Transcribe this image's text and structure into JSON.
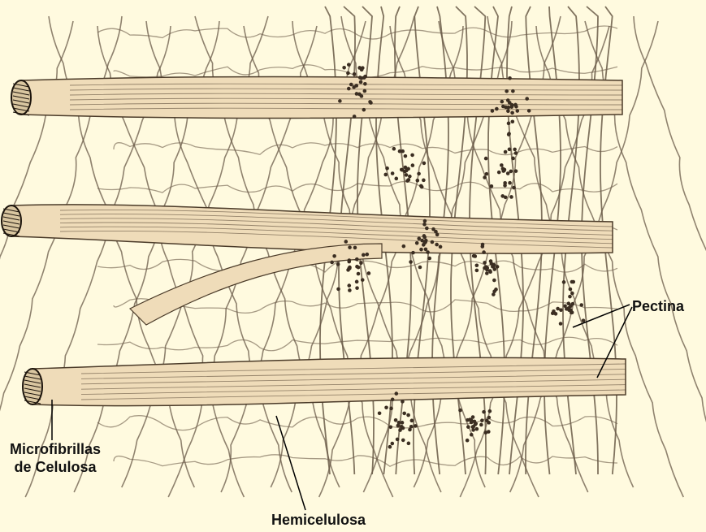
{
  "labels": {
    "pectina": "Pectina",
    "microfibrillas_line1": "Microfibrillas",
    "microfibrillas_line2": "de Celulosa",
    "hemicelulosa": "Hemicelulosa"
  },
  "colors": {
    "background": "#fffadf",
    "fibril_fill": "#efdcb9",
    "fibril_stroke": "#4b3b29",
    "strand": "#6a5a48",
    "pectin": "#3b2e22",
    "label_text": "#111111"
  }
}
